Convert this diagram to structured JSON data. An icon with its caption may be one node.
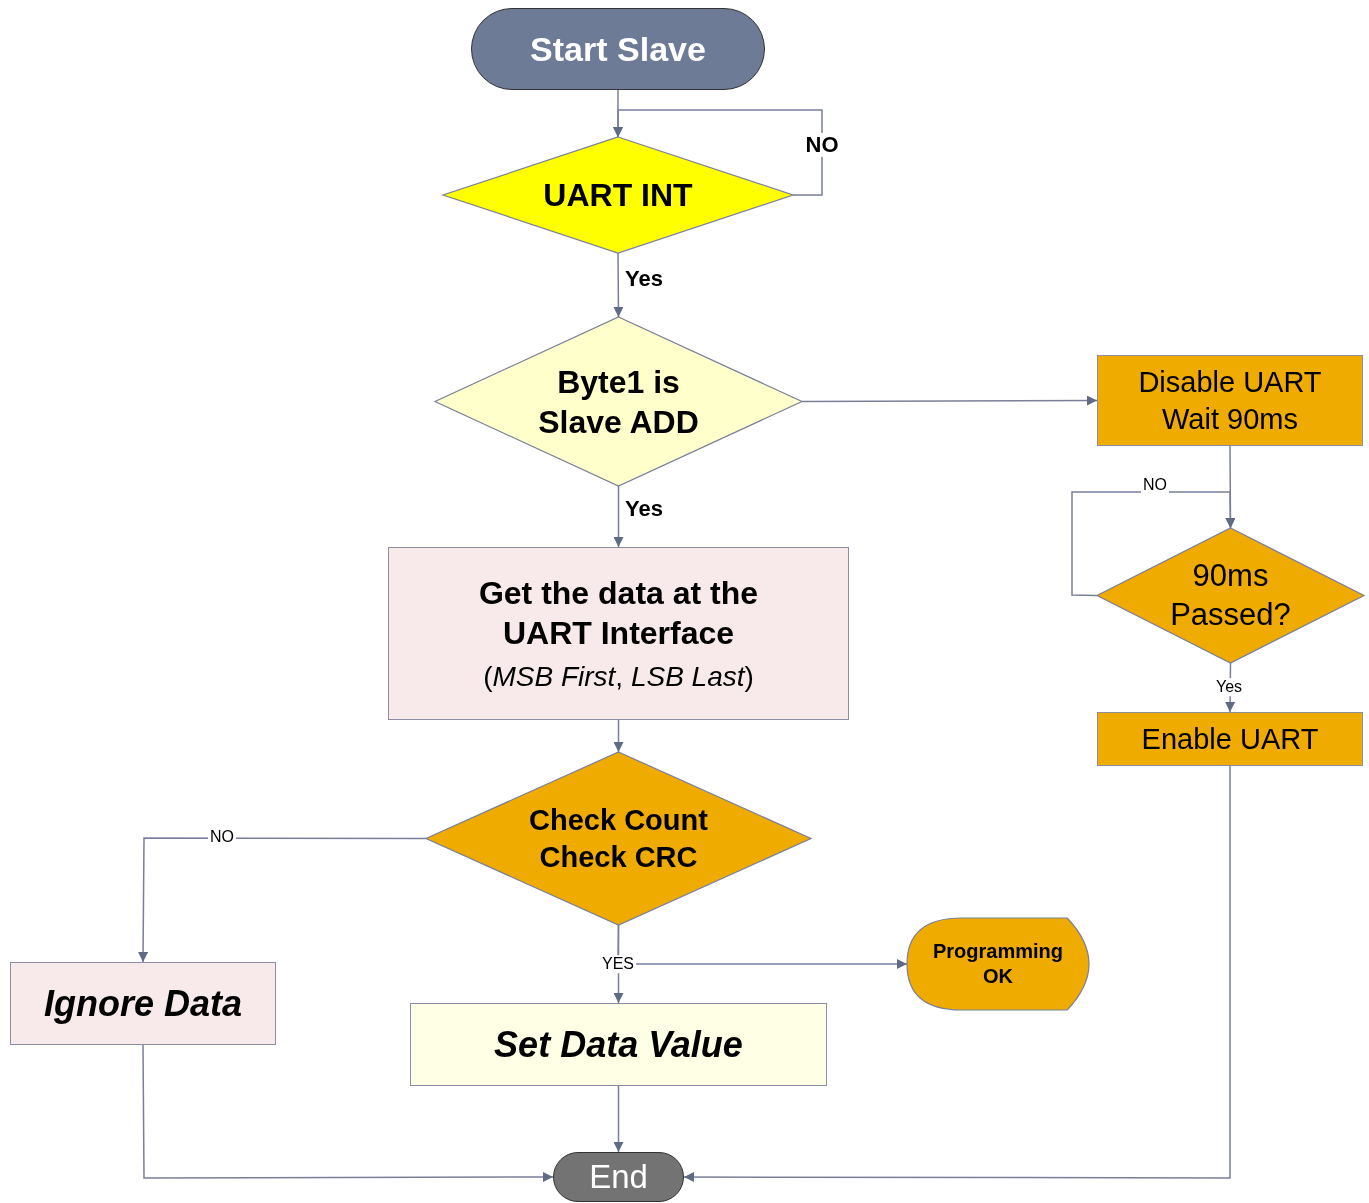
{
  "diagram": {
    "nodes": [
      {
        "text": [
          "Start Slave"
        ]
      },
      {
        "text": [
          "UART INT"
        ]
      },
      {
        "text": [
          "Byte1 is Slave ADD"
        ]
      },
      {
        "text": [
          "Get the data at the UART Interface",
          "(*MSB First*, *LSB Last*)"
        ]
      },
      {
        "text": [
          "Check Count Check CRC"
        ]
      },
      {
        "text": [
          "Ignore Data"
        ]
      },
      {
        "text": [
          "Set Data Value"
        ]
      },
      {
        "text": [
          "Programming OK"
        ]
      },
      {
        "text": [
          "End"
        ]
      },
      {
        "text": [
          "Disable UART Wait 90ms"
        ]
      },
      {
        "text": [
          "90ms Passed?"
        ]
      },
      {
        "text": [
          "Enable UART"
        ]
      }
    ],
    "edges": [
      {
        "from": 0,
        "to": 1,
        "arrow": "to"
      },
      {
        "from": 1,
        "to": 1,
        "arrow": "to",
        "label": "NO"
      },
      {
        "from": 1,
        "to": 2,
        "arrow": "to",
        "label": "Yes"
      },
      {
        "from": 2,
        "to": 9,
        "arrow": "to"
      },
      {
        "from": 2,
        "to": 3,
        "arrow": "to",
        "label": "Yes"
      },
      {
        "from": 3,
        "to": 4,
        "arrow": "to"
      },
      {
        "from": 4,
        "to": 5,
        "arrow": "to",
        "label": "NO"
      },
      {
        "from": 4,
        "to": 6,
        "arrow": "to",
        "label": "YES"
      },
      {
        "from": 4,
        "to": 7,
        "arrow": "to"
      },
      {
        "from": 5,
        "to": 8,
        "arrow": "to"
      },
      {
        "from": 6,
        "to": 8,
        "arrow": "to"
      },
      {
        "from": 11,
        "to": 8,
        "arrow": "to"
      },
      {
        "from": 9,
        "to": 10,
        "arrow": "to"
      },
      {
        "from": 10,
        "to": 10,
        "arrow": "to",
        "label": "NO"
      },
      {
        "from": 10,
        "to": 11,
        "arrow": "to",
        "label": "Yes"
      }
    ]
  }
}
